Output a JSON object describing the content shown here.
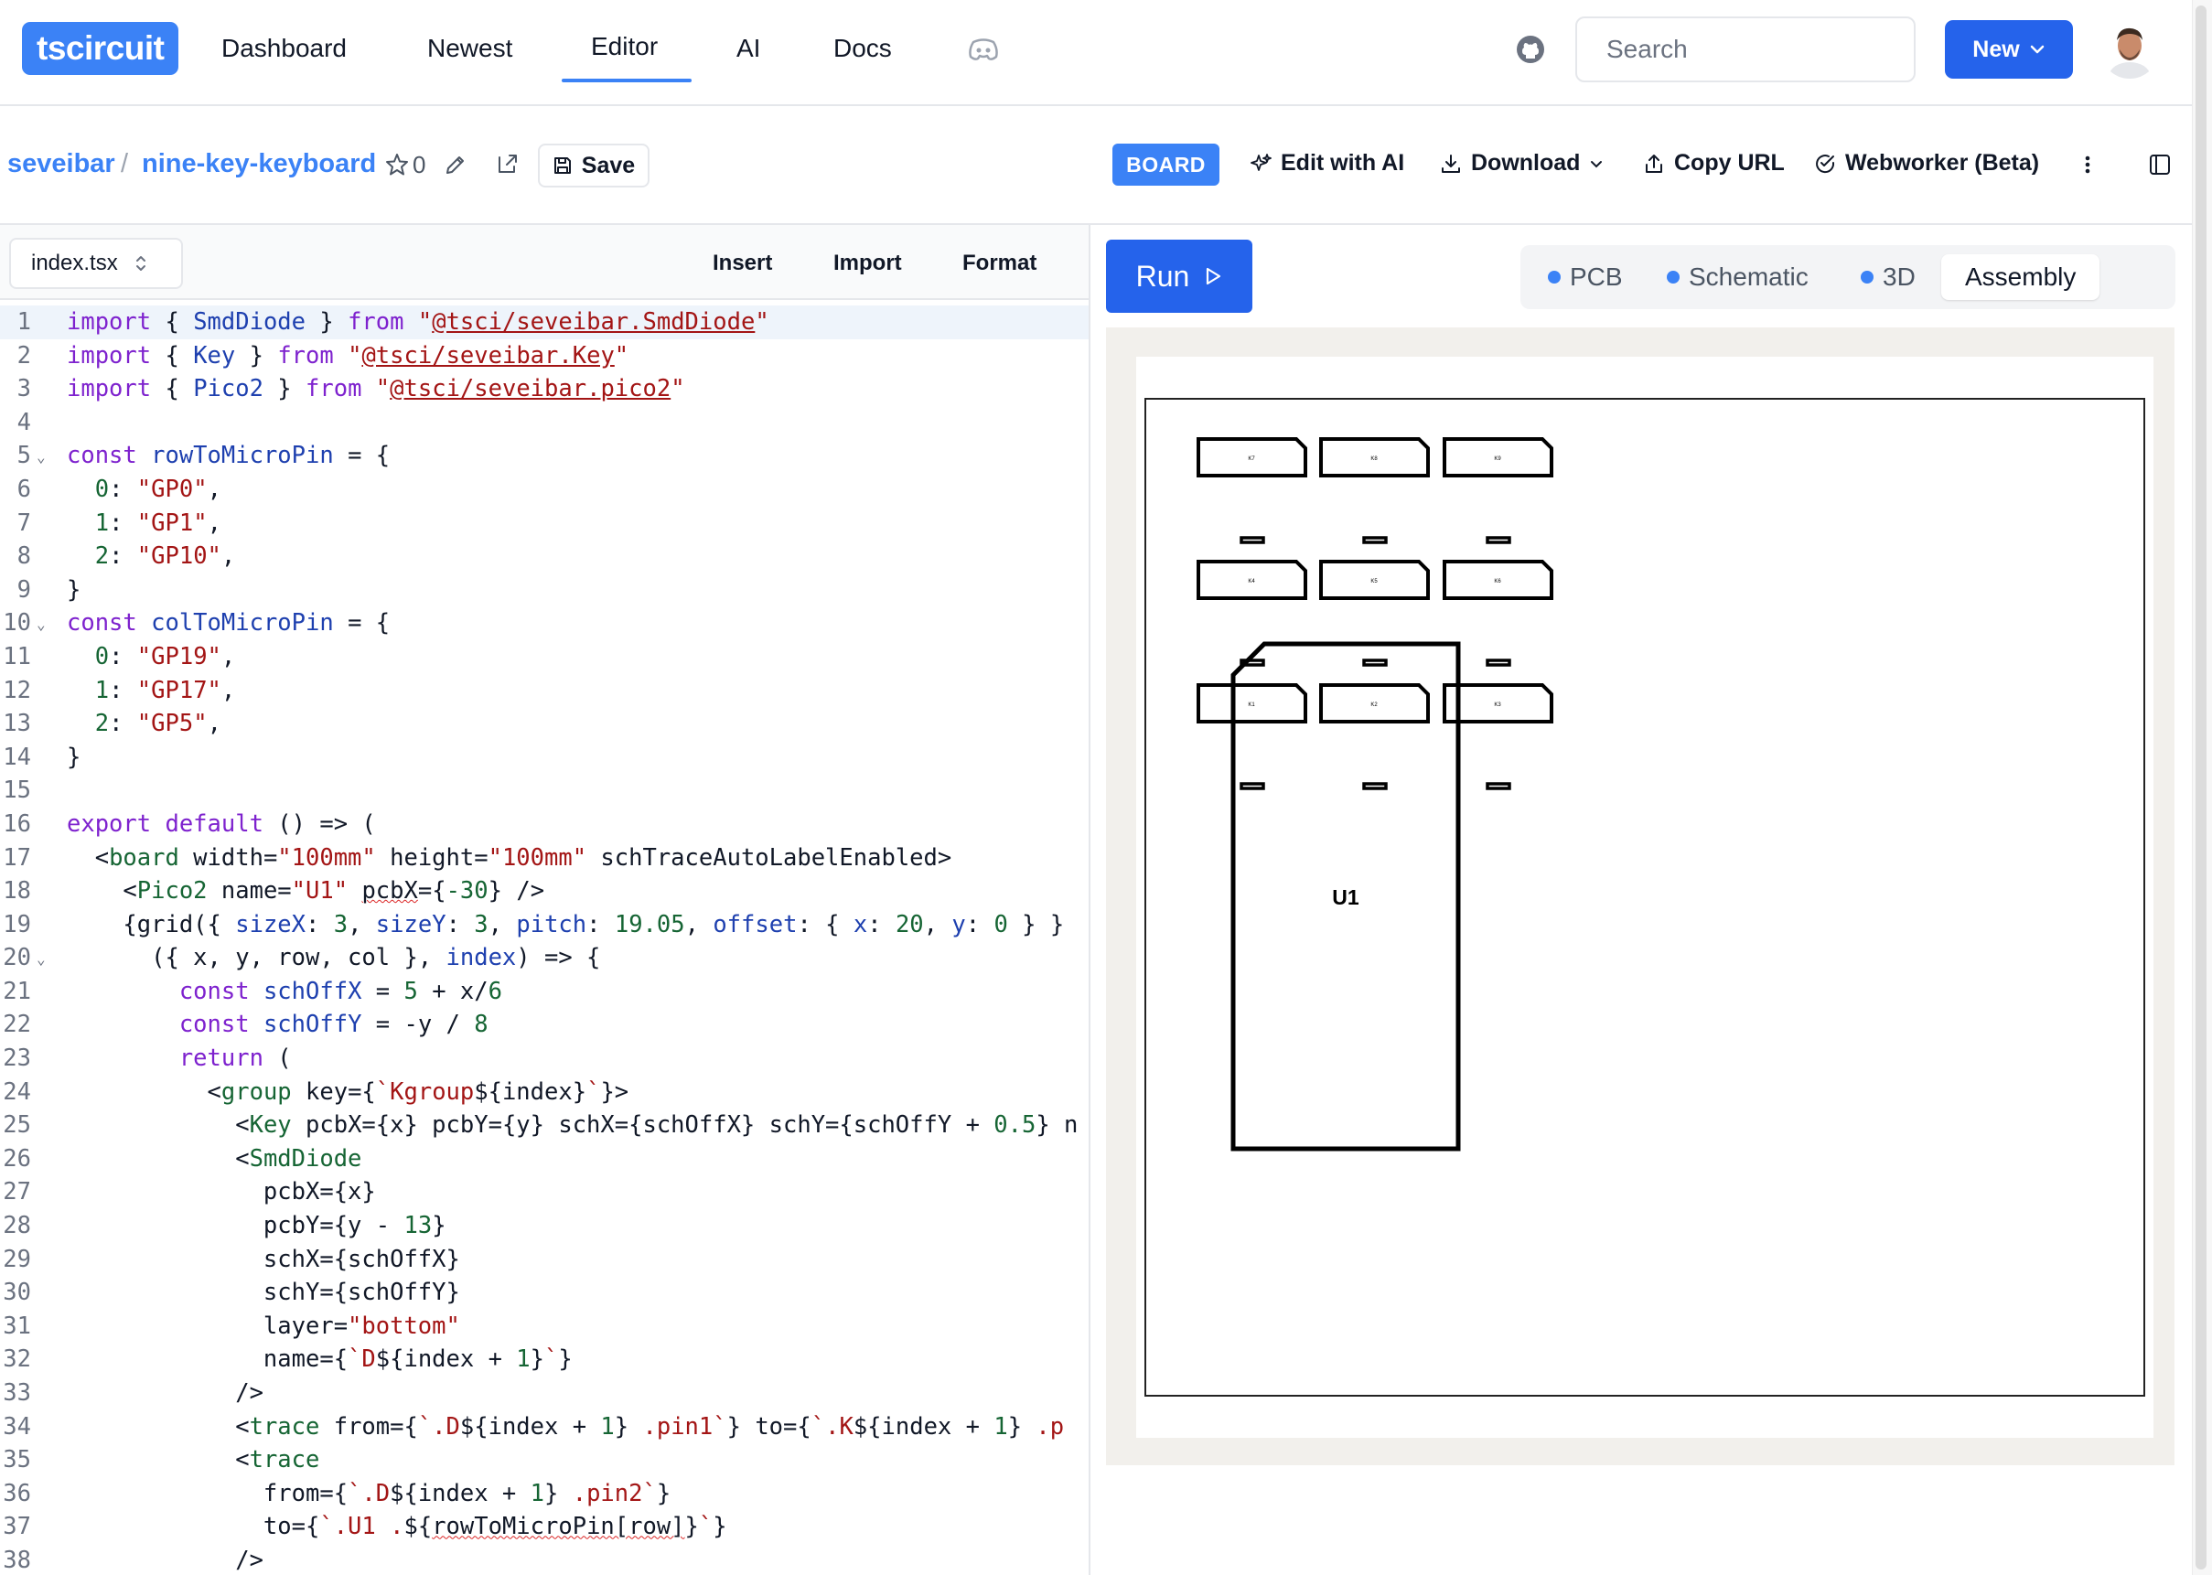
{
  "nav": {
    "logo": "tscircuit",
    "links": [
      "Dashboard",
      "Newest",
      "Editor",
      "AI",
      "Docs"
    ],
    "active_link": "Editor",
    "search_placeholder": "Search",
    "new_label": "New",
    "accent": "#3b82f6"
  },
  "project": {
    "owner": "seveibar",
    "separator": "/",
    "name": "nine-key-keyboard",
    "stars": "0",
    "save_label": "Save"
  },
  "toolbar": {
    "board_badge": "BOARD",
    "edit_ai": "Edit with AI",
    "download": "Download",
    "copy_url": "Copy URL",
    "webworker": "Webworker (Beta)"
  },
  "editor": {
    "file": "index.tsx",
    "actions": [
      "Insert",
      "Import",
      "Format"
    ],
    "lines": [
      [
        {
          "t": "import",
          "c": "kw"
        },
        {
          "t": " { ",
          "c": ""
        },
        {
          "t": "SmdDiode",
          "c": "id"
        },
        {
          "t": " } ",
          "c": ""
        },
        {
          "t": "from",
          "c": "kw"
        },
        {
          "t": " ",
          "c": ""
        },
        {
          "t": "\"",
          "c": "str"
        },
        {
          "t": "@tsci/seveibar.SmdDiode",
          "c": "str ul"
        },
        {
          "t": "\"",
          "c": "str"
        }
      ],
      [
        {
          "t": "import",
          "c": "kw"
        },
        {
          "t": " { ",
          "c": ""
        },
        {
          "t": "Key",
          "c": "id"
        },
        {
          "t": " } ",
          "c": ""
        },
        {
          "t": "from",
          "c": "kw"
        },
        {
          "t": " ",
          "c": ""
        },
        {
          "t": "\"",
          "c": "str"
        },
        {
          "t": "@tsci/seveibar.Key",
          "c": "str ul"
        },
        {
          "t": "\"",
          "c": "str"
        }
      ],
      [
        {
          "t": "import",
          "c": "kw"
        },
        {
          "t": " { ",
          "c": ""
        },
        {
          "t": "Pico2",
          "c": "id"
        },
        {
          "t": " } ",
          "c": ""
        },
        {
          "t": "from",
          "c": "kw"
        },
        {
          "t": " ",
          "c": ""
        },
        {
          "t": "\"",
          "c": "str"
        },
        {
          "t": "@tsci/seveibar.pico2",
          "c": "str ul"
        },
        {
          "t": "\"",
          "c": "str"
        }
      ],
      [],
      [
        {
          "t": "const",
          "c": "kw"
        },
        {
          "t": " ",
          "c": ""
        },
        {
          "t": "rowToMicroPin",
          "c": "id"
        },
        {
          "t": " = {",
          "c": ""
        }
      ],
      [
        {
          "t": "  ",
          "c": ""
        },
        {
          "t": "0",
          "c": "num"
        },
        {
          "t": ": ",
          "c": ""
        },
        {
          "t": "\"GP0\"",
          "c": "str"
        },
        {
          "t": ",",
          "c": ""
        }
      ],
      [
        {
          "t": "  ",
          "c": ""
        },
        {
          "t": "1",
          "c": "num"
        },
        {
          "t": ": ",
          "c": ""
        },
        {
          "t": "\"GP1\"",
          "c": "str"
        },
        {
          "t": ",",
          "c": ""
        }
      ],
      [
        {
          "t": "  ",
          "c": ""
        },
        {
          "t": "2",
          "c": "num"
        },
        {
          "t": ": ",
          "c": ""
        },
        {
          "t": "\"GP10\"",
          "c": "str"
        },
        {
          "t": ",",
          "c": ""
        }
      ],
      [
        {
          "t": "}",
          "c": ""
        }
      ],
      [
        {
          "t": "const",
          "c": "kw"
        },
        {
          "t": " ",
          "c": ""
        },
        {
          "t": "colToMicroPin",
          "c": "id"
        },
        {
          "t": " = {",
          "c": ""
        }
      ],
      [
        {
          "t": "  ",
          "c": ""
        },
        {
          "t": "0",
          "c": "num"
        },
        {
          "t": ": ",
          "c": ""
        },
        {
          "t": "\"GP19\"",
          "c": "str"
        },
        {
          "t": ",",
          "c": ""
        }
      ],
      [
        {
          "t": "  ",
          "c": ""
        },
        {
          "t": "1",
          "c": "num"
        },
        {
          "t": ": ",
          "c": ""
        },
        {
          "t": "\"GP17\"",
          "c": "str"
        },
        {
          "t": ",",
          "c": ""
        }
      ],
      [
        {
          "t": "  ",
          "c": ""
        },
        {
          "t": "2",
          "c": "num"
        },
        {
          "t": ": ",
          "c": ""
        },
        {
          "t": "\"GP5\"",
          "c": "str"
        },
        {
          "t": ",",
          "c": ""
        }
      ],
      [
        {
          "t": "}",
          "c": ""
        }
      ],
      [],
      [
        {
          "t": "export default",
          "c": "kw"
        },
        {
          "t": " () => (",
          "c": ""
        }
      ],
      [
        {
          "t": "  <",
          "c": ""
        },
        {
          "t": "board",
          "c": "tag"
        },
        {
          "t": " width=",
          "c": ""
        },
        {
          "t": "\"100mm\"",
          "c": "str"
        },
        {
          "t": " height=",
          "c": ""
        },
        {
          "t": "\"100mm\"",
          "c": "str"
        },
        {
          "t": " schTraceAutoLabelEnabled>",
          "c": ""
        }
      ],
      [
        {
          "t": "    <",
          "c": ""
        },
        {
          "t": "Pico2",
          "c": "tag"
        },
        {
          "t": " name=",
          "c": ""
        },
        {
          "t": "\"U1\"",
          "c": "str"
        },
        {
          "t": " ",
          "c": ""
        },
        {
          "t": "pcbX",
          "c": "squig"
        },
        {
          "t": "={",
          "c": ""
        },
        {
          "t": "-30",
          "c": "num"
        },
        {
          "t": "} />",
          "c": ""
        }
      ],
      [
        {
          "t": "    {grid({ ",
          "c": ""
        },
        {
          "t": "sizeX",
          "c": "id"
        },
        {
          "t": ": ",
          "c": ""
        },
        {
          "t": "3",
          "c": "num"
        },
        {
          "t": ", ",
          "c": ""
        },
        {
          "t": "sizeY",
          "c": "id"
        },
        {
          "t": ": ",
          "c": ""
        },
        {
          "t": "3",
          "c": "num"
        },
        {
          "t": ", ",
          "c": ""
        },
        {
          "t": "pitch",
          "c": "id"
        },
        {
          "t": ": ",
          "c": ""
        },
        {
          "t": "19.05",
          "c": "num"
        },
        {
          "t": ", ",
          "c": ""
        },
        {
          "t": "offset",
          "c": "id"
        },
        {
          "t": ": { ",
          "c": ""
        },
        {
          "t": "x",
          "c": "id"
        },
        {
          "t": ": ",
          "c": ""
        },
        {
          "t": "20",
          "c": "num"
        },
        {
          "t": ", ",
          "c": ""
        },
        {
          "t": "y",
          "c": "id"
        },
        {
          "t": ": ",
          "c": ""
        },
        {
          "t": "0",
          "c": "num"
        },
        {
          "t": " } }",
          "c": ""
        }
      ],
      [
        {
          "t": "      ({ x, y, row, col }, ",
          "c": ""
        },
        {
          "t": "index",
          "c": "id"
        },
        {
          "t": ") => {",
          "c": ""
        }
      ],
      [
        {
          "t": "        ",
          "c": ""
        },
        {
          "t": "const",
          "c": "kw"
        },
        {
          "t": " ",
          "c": ""
        },
        {
          "t": "schOffX",
          "c": "id"
        },
        {
          "t": " = ",
          "c": ""
        },
        {
          "t": "5",
          "c": "num"
        },
        {
          "t": " + x/",
          "c": ""
        },
        {
          "t": "6",
          "c": "num"
        }
      ],
      [
        {
          "t": "        ",
          "c": ""
        },
        {
          "t": "const",
          "c": "kw"
        },
        {
          "t": " ",
          "c": ""
        },
        {
          "t": "schOffY",
          "c": "id"
        },
        {
          "t": " = -y / ",
          "c": ""
        },
        {
          "t": "8",
          "c": "num"
        }
      ],
      [
        {
          "t": "        ",
          "c": ""
        },
        {
          "t": "return",
          "c": "kw"
        },
        {
          "t": " (",
          "c": ""
        }
      ],
      [
        {
          "t": "          <",
          "c": ""
        },
        {
          "t": "group",
          "c": "tag"
        },
        {
          "t": " key={",
          "c": ""
        },
        {
          "t": "`Kgroup",
          "c": "str"
        },
        {
          "t": "${index}",
          "c": ""
        },
        {
          "t": "`",
          "c": "str"
        },
        {
          "t": "}>",
          "c": ""
        }
      ],
      [
        {
          "t": "            <",
          "c": ""
        },
        {
          "t": "Key",
          "c": "tag"
        },
        {
          "t": " pcbX={x} pcbY={y} schX={schOffX} schY={schOffY + ",
          "c": ""
        },
        {
          "t": "0.5",
          "c": "num"
        },
        {
          "t": "} n",
          "c": ""
        }
      ],
      [
        {
          "t": "            <",
          "c": ""
        },
        {
          "t": "SmdDiode",
          "c": "tag"
        }
      ],
      [
        {
          "t": "              pcbX={x}",
          "c": ""
        }
      ],
      [
        {
          "t": "              pcbY={y - ",
          "c": ""
        },
        {
          "t": "13",
          "c": "num"
        },
        {
          "t": "}",
          "c": ""
        }
      ],
      [
        {
          "t": "              schX={schOffX}",
          "c": ""
        }
      ],
      [
        {
          "t": "              schY={schOffY}",
          "c": ""
        }
      ],
      [
        {
          "t": "              layer=",
          "c": ""
        },
        {
          "t": "\"bottom\"",
          "c": "str"
        }
      ],
      [
        {
          "t": "              name={",
          "c": ""
        },
        {
          "t": "`D",
          "c": "str"
        },
        {
          "t": "${index + ",
          "c": ""
        },
        {
          "t": "1",
          "c": "num"
        },
        {
          "t": "}",
          "c": ""
        },
        {
          "t": "`",
          "c": "str"
        },
        {
          "t": "}",
          "c": ""
        }
      ],
      [
        {
          "t": "            />",
          "c": ""
        }
      ],
      [
        {
          "t": "            <",
          "c": ""
        },
        {
          "t": "trace",
          "c": "tag"
        },
        {
          "t": " from={",
          "c": ""
        },
        {
          "t": "`.D",
          "c": "str"
        },
        {
          "t": "${index + ",
          "c": ""
        },
        {
          "t": "1",
          "c": "num"
        },
        {
          "t": "} ",
          "c": ""
        },
        {
          "t": ".pin1`",
          "c": "str"
        },
        {
          "t": "} to={",
          "c": ""
        },
        {
          "t": "`.K",
          "c": "str"
        },
        {
          "t": "${index + ",
          "c": ""
        },
        {
          "t": "1",
          "c": "num"
        },
        {
          "t": "} ",
          "c": ""
        },
        {
          "t": ".p",
          "c": "str"
        }
      ],
      [
        {
          "t": "            <",
          "c": ""
        },
        {
          "t": "trace",
          "c": "tag"
        }
      ],
      [
        {
          "t": "              from={",
          "c": ""
        },
        {
          "t": "`.D",
          "c": "str"
        },
        {
          "t": "${index + ",
          "c": ""
        },
        {
          "t": "1",
          "c": "num"
        },
        {
          "t": "} ",
          "c": ""
        },
        {
          "t": ".pin2`",
          "c": "str"
        },
        {
          "t": "}",
          "c": ""
        }
      ],
      [
        {
          "t": "              to={",
          "c": ""
        },
        {
          "t": "`.U1 .",
          "c": "str"
        },
        {
          "t": "${",
          "c": ""
        },
        {
          "t": "rowToMicroPin[row]",
          "c": "squig"
        },
        {
          "t": "}",
          "c": ""
        },
        {
          "t": "`",
          "c": "str"
        },
        {
          "t": "}",
          "c": ""
        }
      ],
      [
        {
          "t": "            />",
          "c": ""
        }
      ]
    ],
    "folds": [
      5,
      10,
      20
    ],
    "active_line": 1
  },
  "preview": {
    "run_label": "Run",
    "tabs": [
      "PCB",
      "Schematic",
      "3D",
      "Assembly"
    ],
    "active_tab": "Assembly",
    "pico_label": "U1",
    "key_labels": [
      "K7",
      "K8",
      "K9",
      "K4",
      "K5",
      "K6",
      "K1",
      "K2",
      "K3"
    ]
  }
}
